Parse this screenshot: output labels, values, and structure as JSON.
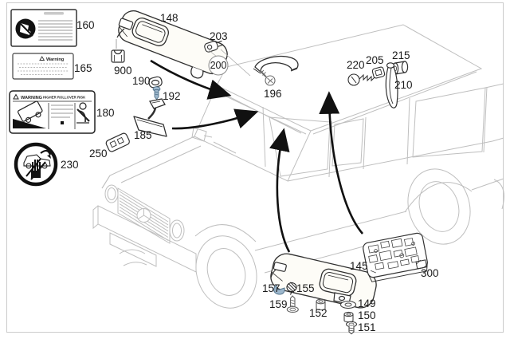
{
  "diagram": {
    "description": "Vehicle interior overhead parts diagram: sun visors, rear view mirror, warning labels, grab handle hardware and overhead control unit on SUV line art",
    "colors": {
      "vehicle_outline": "#bfbfbf",
      "part_outline": "#2f2f2f",
      "arrow": "#111111",
      "accent_blue": "#9db7cc",
      "label_text": "#1a1a1a"
    }
  },
  "warning_labels": {
    "rollover": {
      "word": "WARNING",
      "text": "HIGHER ROLLOVER RISK"
    },
    "small": {
      "word": "Warning"
    }
  },
  "callouts": [
    {
      "number": "160",
      "part": "airbag-warning-label"
    },
    {
      "number": "165",
      "part": "warning-text-label"
    },
    {
      "number": "180",
      "part": "rollover-warning-label"
    },
    {
      "number": "230",
      "part": "round-warning-label"
    },
    {
      "number": "250",
      "part": "bracket"
    },
    {
      "number": "148",
      "part": "sun-visor-left"
    },
    {
      "number": "900",
      "part": "visor-clip"
    },
    {
      "number": "190",
      "part": "grommet-cover"
    },
    {
      "number": "192",
      "part": "mirror-screw"
    },
    {
      "number": "185",
      "part": "rear-view-mirror"
    },
    {
      "number": "203",
      "part": "pin-clip"
    },
    {
      "number": "200",
      "part": "assembly-callout"
    },
    {
      "number": "196",
      "part": "handle-screw"
    },
    {
      "number": "220",
      "part": "strap-screw"
    },
    {
      "number": "205",
      "part": "clip-nut"
    },
    {
      "number": "215",
      "part": "roller"
    },
    {
      "number": "210",
      "part": "hanging-strap"
    },
    {
      "number": "145",
      "part": "sun-visor-right"
    },
    {
      "number": "157",
      "part": "clip-blue"
    },
    {
      "number": "155",
      "part": "clip-dark"
    },
    {
      "number": "159",
      "part": "visor-screw"
    },
    {
      "number": "152",
      "part": "spacer-sleeve"
    },
    {
      "number": "149",
      "part": "washer"
    },
    {
      "number": "150",
      "part": "sleeve"
    },
    {
      "number": "151",
      "part": "screw"
    },
    {
      "number": "300",
      "part": "overhead-control-unit"
    }
  ]
}
